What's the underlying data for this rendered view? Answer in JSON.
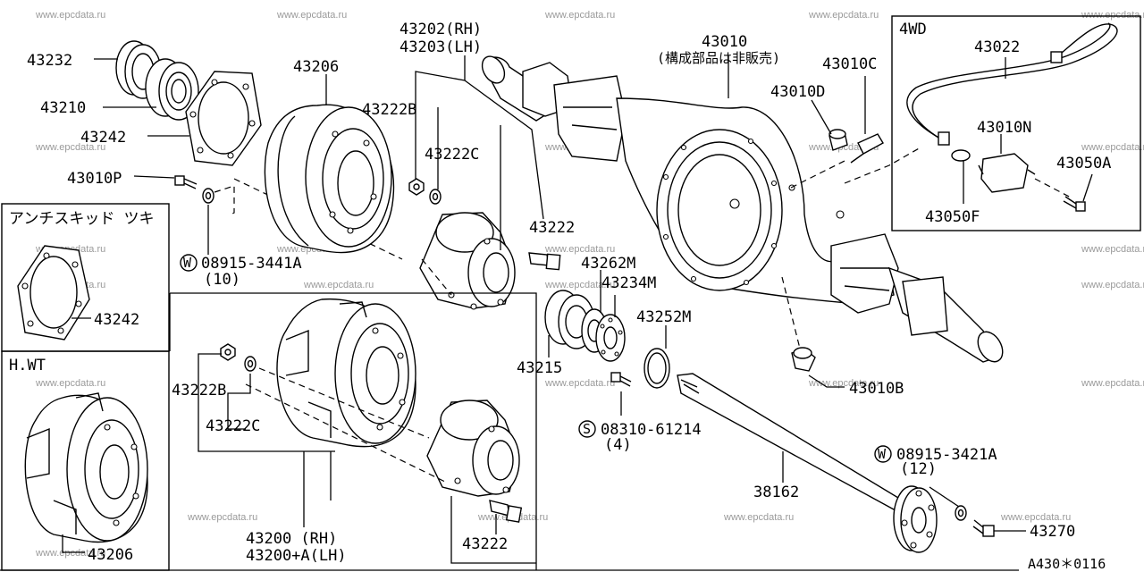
{
  "watermark": "www.epcdata.ru",
  "labels": {
    "p43232": "43232",
    "p43210": "43210",
    "p43242_top": "43242",
    "p43010P": "43010P",
    "w08915_3441A": "08915-3441A",
    "w08915_3441A_qty": "(10)",
    "p43206_top": "43206",
    "p43202": "43202(RH)",
    "p43203": "43203(LH)",
    "p43222B_top": "43222B",
    "p43222C_top": "43222C",
    "p43222_top": "43222",
    "p43010": "43010",
    "p43010_note": "(構成部品は非販売)",
    "p43010C": "43010C",
    "p43010D": "43010D",
    "p43262M": "43262M",
    "p43234M": "43234M",
    "p43252M": "43252M",
    "p43215": "43215",
    "s08310_61214": "08310-61214",
    "s08310_61214_qty": "(4)",
    "p43010B": "43010B",
    "p38162": "38162",
    "w08915_3421A": "08915-3421A",
    "w08915_3421A_qty": "(12)",
    "p43270": "43270",
    "p43222B_bot": "43222B",
    "p43222C_bot": "43222C",
    "p43200": "43200  (RH)",
    "p43200A": "43200+A(LH)",
    "p43222_bot": "43222",
    "p43242_left": "43242",
    "p43206_bot": "43206",
    "box_4wd": "4WD",
    "p43022": "43022",
    "p43010N": "43010N",
    "p43050A": "43050A",
    "p43050F": "43050F",
    "box_anti_skid": "アンチスキッド  ツキ",
    "box_hwt": "H.WT",
    "w_symbol": "W",
    "s_symbol": "S",
    "ref_code": "A430＊0116"
  }
}
